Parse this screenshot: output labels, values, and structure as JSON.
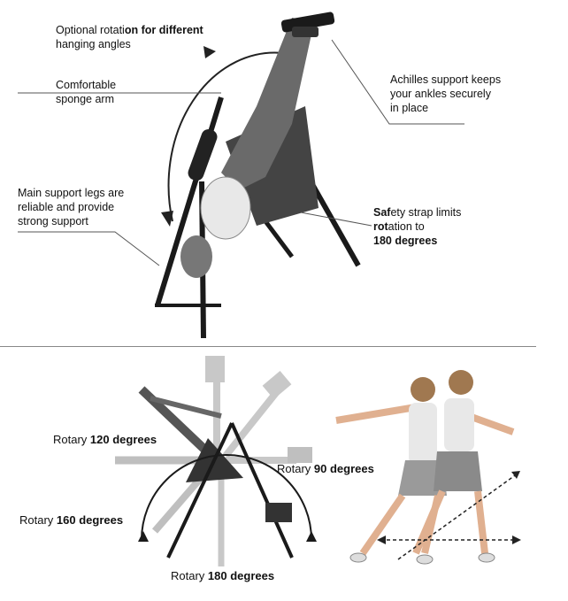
{
  "top": {
    "rotation": {
      "pre": "Optional rotati",
      "mid": "on ",
      "bold": "for different",
      "line2": "hanging angles"
    },
    "sponge": {
      "line1": "Comfortable",
      "line2": "sponge arm"
    },
    "achilles": {
      "line1": "Achilles support keeps",
      "line2": "your ankles securely",
      "line3": "in place"
    },
    "legs": {
      "line1": "Main support legs are",
      "line2": "reliable and provide",
      "line3": "strong support"
    },
    "safety": {
      "b1": "Saf",
      "n1": "ety strap limits",
      "b2": "rot",
      "n2": "ation to",
      "line3": "180 degrees"
    }
  },
  "bottom": {
    "r120": {
      "pre": "Rotary ",
      "num": "120 degrees"
    },
    "r90": {
      "pre": "Rotary ",
      "num": "90 degrees"
    },
    "r160": {
      "pre": "Rotary ",
      "num": "160 degrees"
    },
    "r180": {
      "pre": "Rotary ",
      "num": "180 degrees"
    }
  },
  "colors": {
    "frame": "#1a1a1a",
    "grey": "#8a8a8a",
    "light": "#c8c8c8"
  }
}
